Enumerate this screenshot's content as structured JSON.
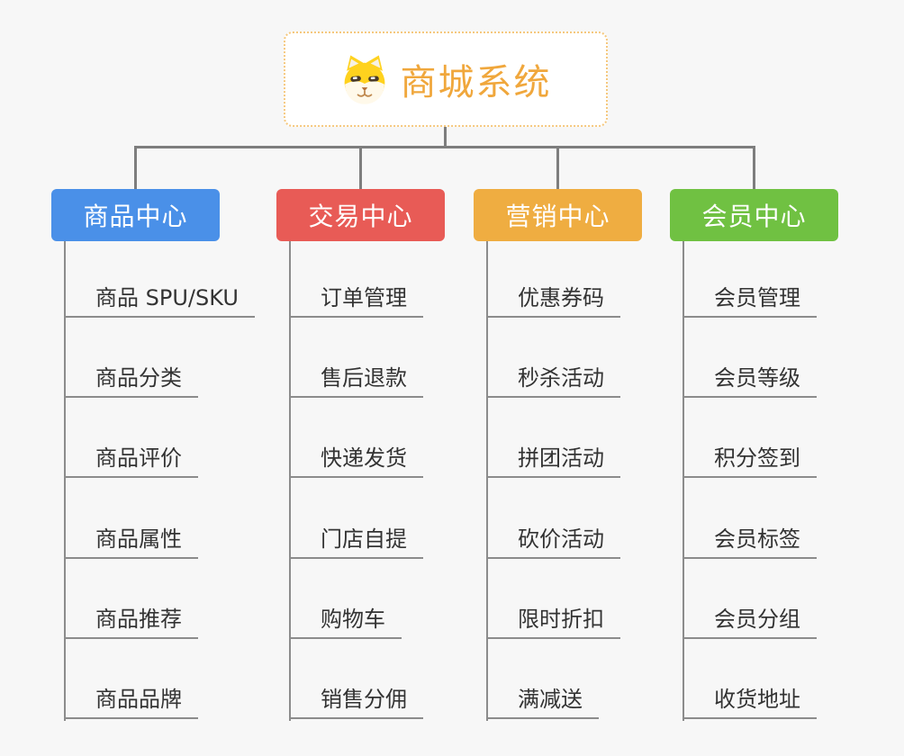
{
  "canvas": {
    "background_color": "#F7F7F7",
    "connector_color": "#7E7E7E",
    "child_line_color": "#8C8C8C",
    "child_text_color": "#333333"
  },
  "root": {
    "label": "商城系统",
    "text_color": "#F0A73C",
    "border_color": "#F5C87E",
    "icon": "dog-face-icon"
  },
  "branches": [
    {
      "label": "商品中心",
      "color": "#4A90E8",
      "children": [
        "商品 SPU/SKU",
        "商品分类",
        "商品评价",
        "商品属性",
        "商品推荐",
        "商品品牌"
      ]
    },
    {
      "label": "交易中心",
      "color": "#E85B56",
      "children": [
        "订单管理",
        "售后退款",
        "快递发货",
        "门店自提",
        "购物车",
        "销售分佣"
      ]
    },
    {
      "label": "营销中心",
      "color": "#EFAD41",
      "children": [
        "优惠券码",
        "秒杀活动",
        "拼团活动",
        "砍价活动",
        "限时折扣",
        "满减送"
      ]
    },
    {
      "label": "会员中心",
      "color": "#70C142",
      "children": [
        "会员管理",
        "会员等级",
        "积分签到",
        "会员标签",
        "会员分组",
        "收货地址"
      ]
    }
  ]
}
